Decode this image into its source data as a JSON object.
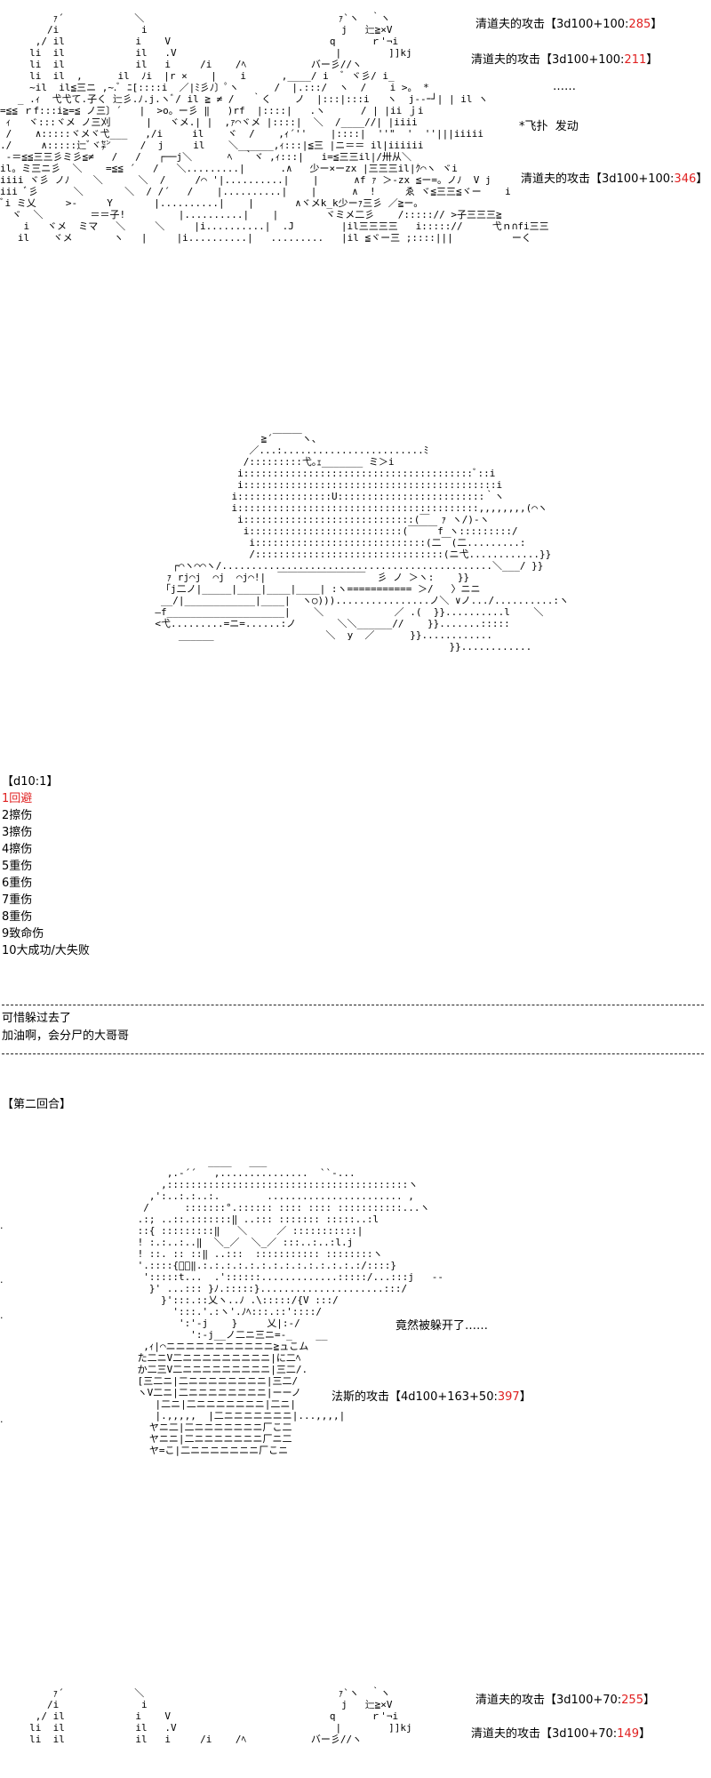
{
  "scene1": {
    "rolls": [
      {
        "label": "清道夫的攻击【3d100+100:",
        "value": "285",
        "close": "】"
      },
      {
        "label": "清道夫的攻击【3d100+100:",
        "value": "211",
        "close": "】"
      },
      {
        "label": "清道夫的攻击【3d100+100:",
        "value": "346",
        "close": "】"
      }
    ],
    "ellipsis": "……",
    "skill_name": "*飞扑",
    "skill_action": "发动"
  },
  "d10": {
    "header": "【d10:1】",
    "results": [
      "1回避",
      "2擦伤",
      "3擦伤",
      "4擦伤",
      "5重伤",
      "6重伤",
      "7重伤",
      "8重伤",
      "9致命伤",
      "10大成功/大失败"
    ]
  },
  "comment": {
    "line1": "可惜躲过去了",
    "line2": "加油啊，会分尸的大哥哥"
  },
  "round2": {
    "title": "【第二回合】",
    "dialogue": "竟然被躲开了……",
    "attack_label": "法斯的攻击【4d100+163+50:",
    "attack_value": "397",
    "attack_close": "】"
  },
  "scene3": {
    "rolls": [
      {
        "label": "清道夫的攻击【3d100+70:",
        "value": "255",
        "close": "】"
      },
      {
        "label": "清道夫的攻击【3d100+70:",
        "value": "149",
        "close": "】"
      }
    ]
  },
  "colors": {
    "highlight": "#e02020",
    "text": "#000000",
    "background": "#ffffff"
  }
}
